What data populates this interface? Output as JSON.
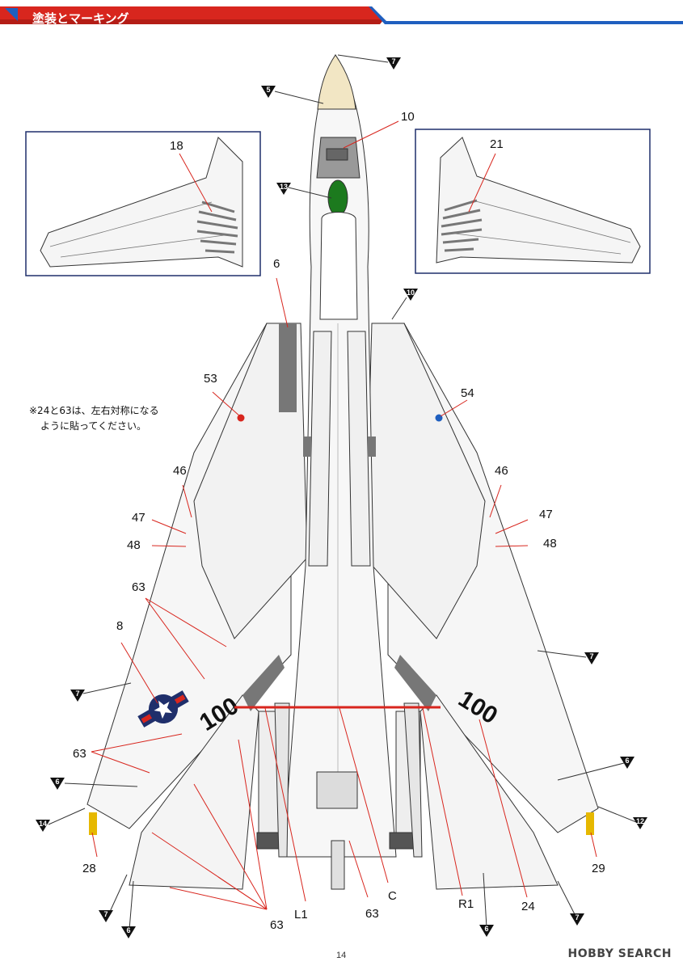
{
  "header": {
    "title": "塗装とマーキング"
  },
  "note": {
    "line1": "※24と63は、左右対称になる",
    "line2": "ように貼ってください。"
  },
  "decal_labels": {
    "d10": "10",
    "d18": "18",
    "d21": "21",
    "d6": "6",
    "d53": "53",
    "d54": "54",
    "d46l": "46",
    "d46r": "46",
    "d47l": "47",
    "d47r": "47",
    "d48l": "48",
    "d48r": "48",
    "d63a": "63",
    "d63b": "63",
    "d63c": "63",
    "d63d": "63",
    "d8": "8",
    "d28": "28",
    "d29": "29",
    "d24": "24",
    "dL1": "L1",
    "dC": "C",
    "dR1": "R1"
  },
  "paint_markers": {
    "m7a": "7",
    "m5": "5",
    "m13": "13",
    "m10": "10",
    "m7b": "7",
    "m7c": "7",
    "m6a": "6",
    "m14": "14",
    "m6b": "6",
    "m12": "12",
    "m7d": "7",
    "m6c": "6",
    "m6d": "6",
    "m7e": "7"
  },
  "tail_number": "100",
  "page_number": "14",
  "watermark": "HOBBY SEARCH",
  "colors": {
    "accent_blue": "#1f5fbf",
    "accent_red": "#d8261e",
    "insignia_blue": "#1f2f6b",
    "radome": "#f2e6c4",
    "canopy_green": "#1c7a1e"
  }
}
